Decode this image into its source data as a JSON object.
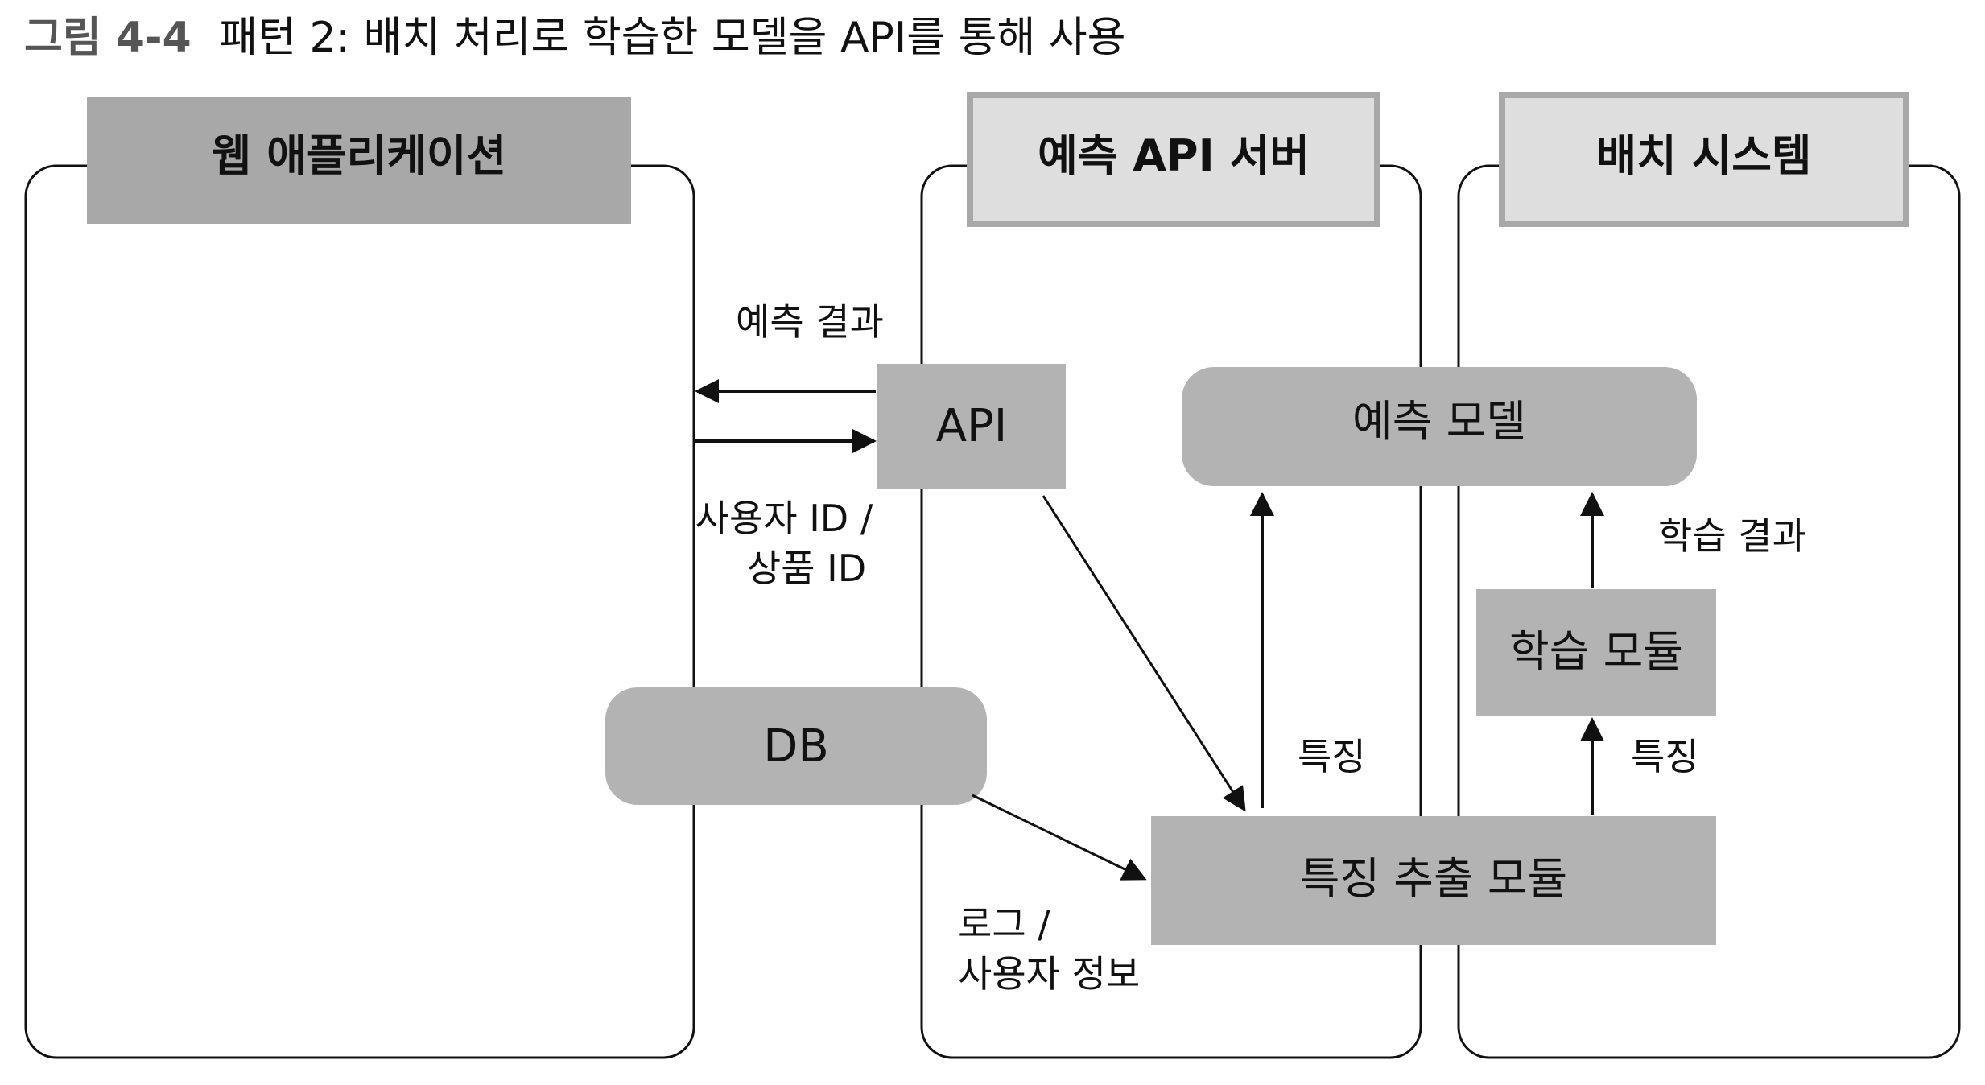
{
  "caption": {
    "number": "그림 4-4",
    "text": "패턴 2: 배치 처리로 학습한 모델을 API를 통해 사용"
  },
  "panels": {
    "web_app": "웹 애플리케이션",
    "prediction_server": "예측 API 서버",
    "batch_system": "배치 시스템"
  },
  "nodes": {
    "api": "API",
    "db": "DB",
    "prediction_model": "예측 모델",
    "training_module": "학습 모듈",
    "feature_module": "특징 추출 모듈"
  },
  "edge_labels": {
    "prediction_result": "예측 결과",
    "ids_line1": "사용자 ID /",
    "ids_line2": "상품 ID",
    "log_line1": "로그 /",
    "log_line2": "사용자 정보",
    "feature_server": "특징",
    "feature_batch": "특징",
    "training_result": "학습 결과"
  },
  "colors": {
    "title_header_dark": "#a8a8a8",
    "title_header_light": "#dedede",
    "node_fill": "#b3b3b3",
    "line": "#111111"
  }
}
